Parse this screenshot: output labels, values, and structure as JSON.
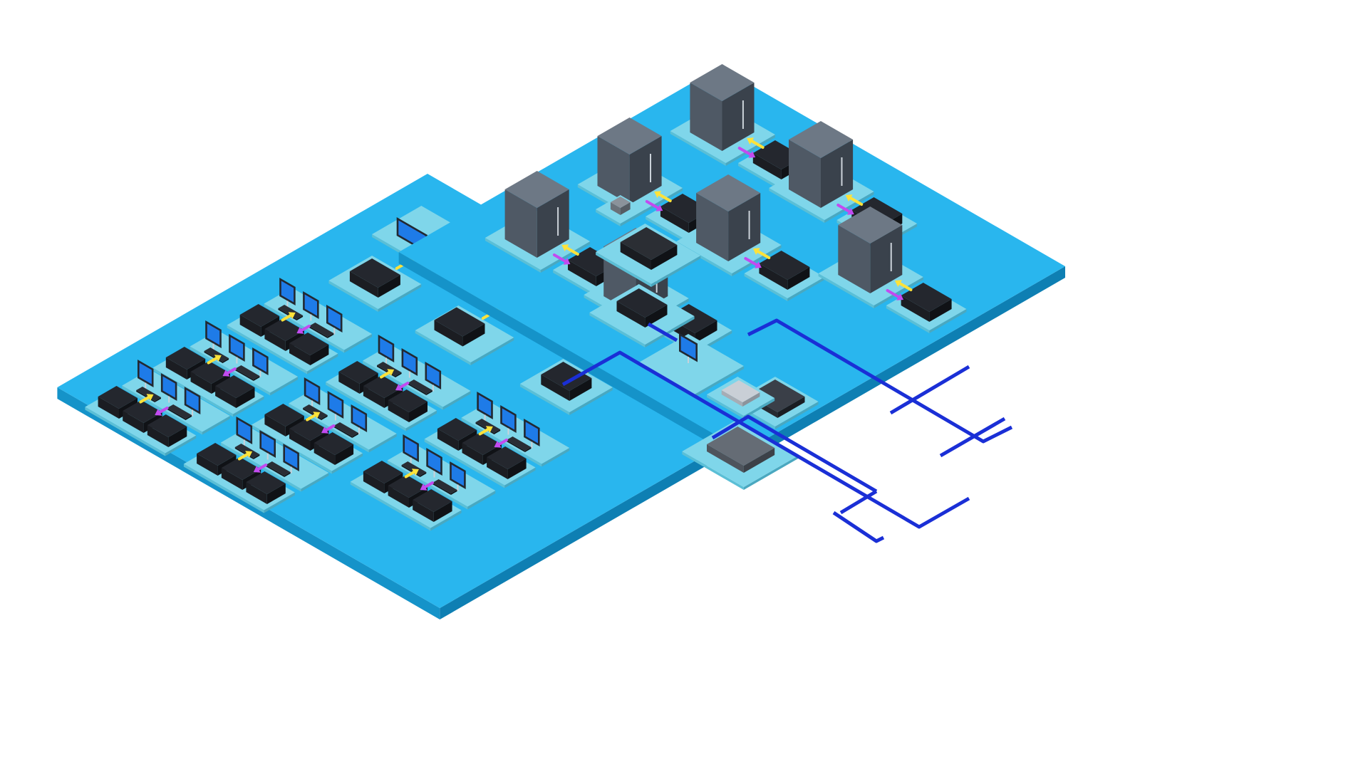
{
  "diagram": {
    "title": "",
    "colors": {
      "background": "#ffffff",
      "floor_top": "#29b6ee",
      "floor_left": "#1593c9",
      "floor_right": "#0e7fb3",
      "pad_top": "#7fd6ea",
      "pad_side": "#5bbfd6",
      "link_line": "#1a2fd6",
      "arrow_yellow": "#ffe23a",
      "arrow_purple": "#c24bf0",
      "device_black": "#1b1d22",
      "server_gray": "#4b5561",
      "screen_blue": "#1e7be8"
    },
    "zones": [
      {
        "id": "operator-zone",
        "icon": "workstation-floor"
      },
      {
        "id": "server-zone",
        "icon": "server-room-floor"
      },
      {
        "id": "core-switch-zone",
        "icon": "network-switch"
      }
    ]
  }
}
